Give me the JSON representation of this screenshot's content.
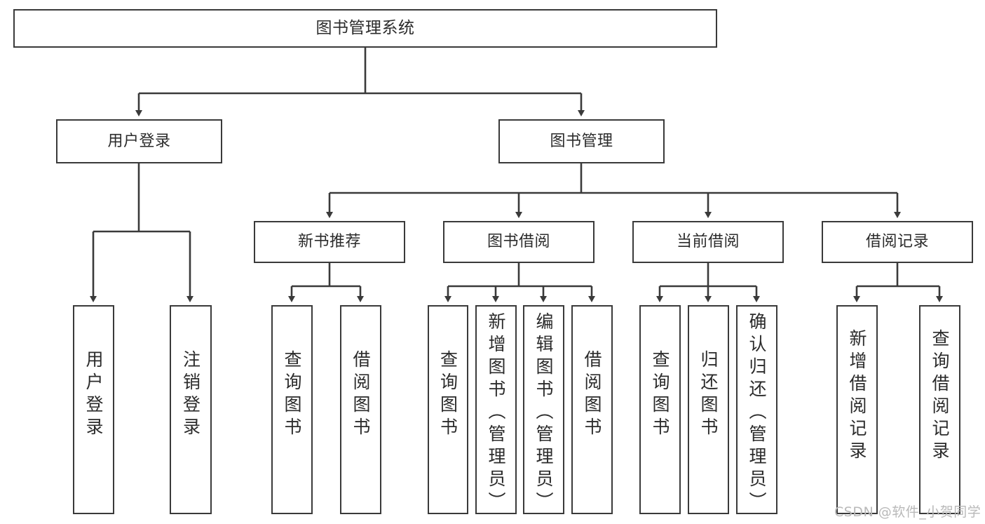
{
  "diagram": {
    "type": "tree",
    "title": "图书管理系统",
    "orientation": "top-down",
    "colors": {
      "box_border": "#3a3a3a",
      "box_fill": "#ffffff",
      "edge": "#3a3a3a",
      "text": "#2b2b2b",
      "watermark": "#b9b9b9",
      "background": "#ffffff"
    }
  },
  "root": {
    "label": "图书管理系统"
  },
  "level2": [
    {
      "label": "用户登录"
    },
    {
      "label": "图书管理"
    }
  ],
  "level3": [
    {
      "label": "新书推荐"
    },
    {
      "label": "图书借阅"
    },
    {
      "label": "当前借阅"
    },
    {
      "label": "借阅记录"
    }
  ],
  "leaves": {
    "user_login": [
      {
        "label": "用户登录"
      },
      {
        "label": "注销登录"
      }
    ],
    "new_book_recommend": [
      {
        "label": "查询图书"
      },
      {
        "label": "借阅图书"
      }
    ],
    "book_borrow": [
      {
        "label": "查询图书"
      },
      {
        "label": "新增图书（管理员）"
      },
      {
        "label": "编辑图书（管理员）"
      },
      {
        "label": "借阅图书"
      }
    ],
    "current_borrow": [
      {
        "label": "查询图书"
      },
      {
        "label": "归还图书"
      },
      {
        "label": "确认归还（管理员）"
      }
    ],
    "borrow_record": [
      {
        "label": "新增借阅记录"
      },
      {
        "label": "查询借阅记录"
      }
    ]
  },
  "watermark": {
    "text": "CSDN @软件_小贺同学"
  }
}
